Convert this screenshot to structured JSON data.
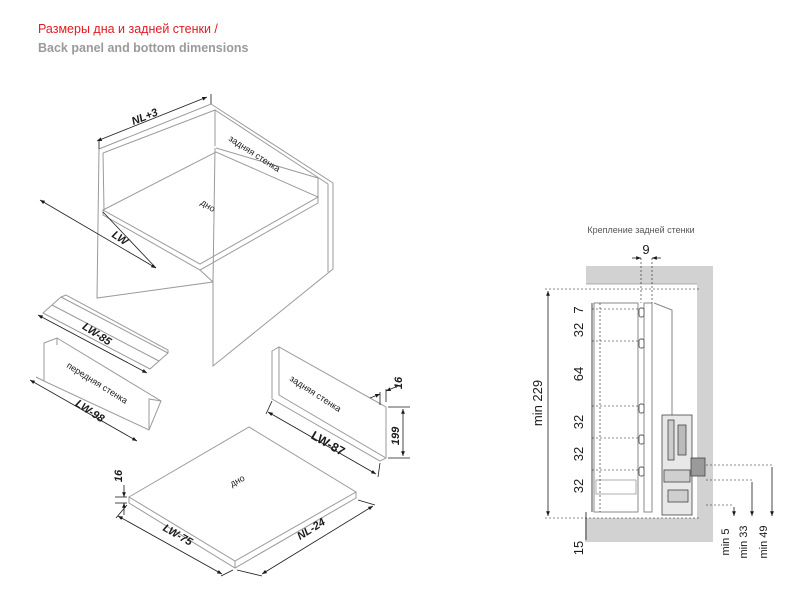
{
  "header": {
    "title_ru": "Размеры дна и задней стенки /",
    "title_en": "Back panel and bottom dimensions"
  },
  "box": {
    "nl_label": "NL+3",
    "lw_label": "LW",
    "back_label": "задняя стенка",
    "bottom_label": "дно"
  },
  "rail": {
    "label": "LW-85"
  },
  "front_panel": {
    "name": "передняя стенка",
    "dim": "LW-98"
  },
  "back_panel": {
    "name": "задняя стенка",
    "width": "LW-87",
    "height": "199",
    "thickness": "16"
  },
  "bottom_panel": {
    "name": "дно",
    "width": "LW-75",
    "depth": "NL-24",
    "thickness": "16"
  },
  "section": {
    "title": "Крепление задней стенки",
    "top_dim": "9",
    "pitch": [
      "7",
      "32",
      "64",
      "32",
      "32",
      "32"
    ],
    "height": "min 229",
    "base": "15",
    "mins": [
      "min 5",
      "min 33",
      "min 49"
    ]
  },
  "colors": {
    "title_red": "#e21a22",
    "subtitle_grey": "#9a9a9a",
    "line": "#1a1a1a",
    "panel_line": "#9a9a9a"
  }
}
